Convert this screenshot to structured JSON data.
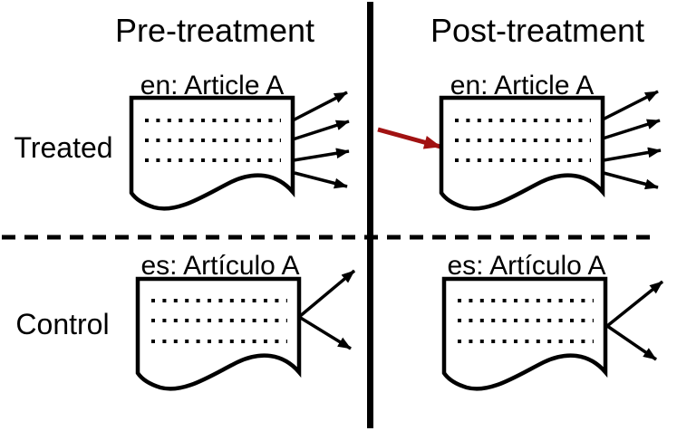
{
  "colors": {
    "ink": "#000000",
    "red_arrow": "#A11212",
    "background": "#FFFFFF"
  },
  "columns": [
    {
      "label": "Pre-treatment"
    },
    {
      "label": "Post-treatment"
    }
  ],
  "rows": [
    {
      "label": "Treated"
    },
    {
      "label": "Control"
    }
  ],
  "cells": [
    {
      "row": "Treated",
      "column": "Pre-treatment",
      "doc_label": "en: Article A",
      "outgoing_arrows": 4,
      "incoming_red_arrow": false
    },
    {
      "row": "Treated",
      "column": "Post-treatment",
      "doc_label": "en: Article A",
      "outgoing_arrows": 4,
      "incoming_red_arrow": true
    },
    {
      "row": "Control",
      "column": "Pre-treatment",
      "doc_label": "es: Artículo A",
      "outgoing_arrows": 2,
      "incoming_red_arrow": false
    },
    {
      "row": "Control",
      "column": "Post-treatment",
      "doc_label": "es: Artículo A",
      "outgoing_arrows": 2,
      "incoming_red_arrow": false
    }
  ]
}
